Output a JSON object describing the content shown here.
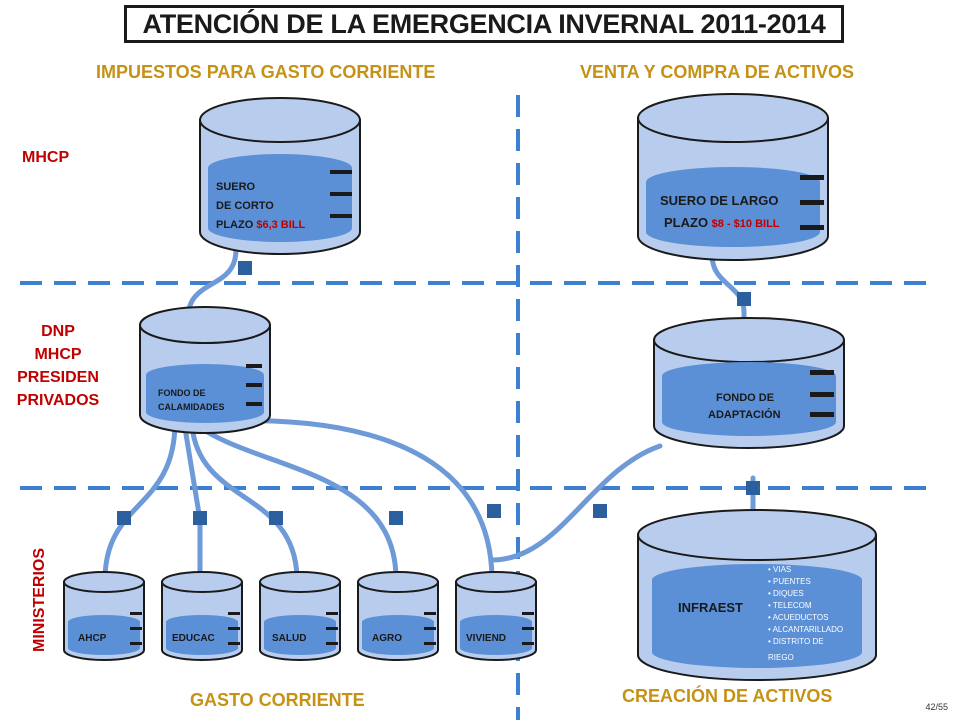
{
  "title": "ATENCIÓN DE LA EMERGENCIA INVERNAL 2011-2014",
  "headers": {
    "top_left": "IMPUESTOS PARA GASTO CORRIENTE",
    "top_right": "VENTA Y COMPRA DE ACTIVOS",
    "bottom_left": "GASTO CORRIENTE",
    "bottom_right": "CREACIÓN DE ACTIVOS"
  },
  "rows": {
    "mhcp": "MHCP",
    "dnp_lines": [
      "DNP",
      "MHCP",
      "PRESIDEN",
      "PRIVADOS"
    ],
    "ministerios": "MINISTERIOS"
  },
  "tanks": {
    "suero_corto": {
      "line1": "SUERO",
      "line2": "DE CORTO",
      "line3_prefix": "PLAZO ",
      "amount": "$6,3 BILL"
    },
    "suero_largo": {
      "line1": "SUERO DE LARGO",
      "line2_prefix": "PLAZO ",
      "amount": "$8 - $10 BILL"
    },
    "fondo_calamidades": {
      "line1": "FONDO DE",
      "line2": "CALAMIDADES"
    },
    "fondo_adaptacion": {
      "line1": "FONDO DE",
      "line2": "ADAPTACIÓN"
    },
    "infraest": {
      "label": "INFRAEST",
      "items": [
        "VIAS",
        "PUENTES",
        "DIQUES",
        "TELECOM",
        "ACUEDUCTOS",
        "ALCANTARILLADO",
        "DISTRITO DE",
        "RIEGO"
      ]
    },
    "ministerios": [
      "AHCP",
      "EDUCAC",
      "SALUD",
      "AGRO",
      "VIVIEND"
    ]
  },
  "page_number": "42/55",
  "colors": {
    "tank_fill": "#b8cdee",
    "tank_edge": "#1a1a1a",
    "liquid": "#5b8fd6",
    "pipe": "#6e9ad8",
    "valve": "#2b5f9e",
    "dash": "#3f7fd0",
    "header": "#c69214",
    "side": "#c00000"
  }
}
